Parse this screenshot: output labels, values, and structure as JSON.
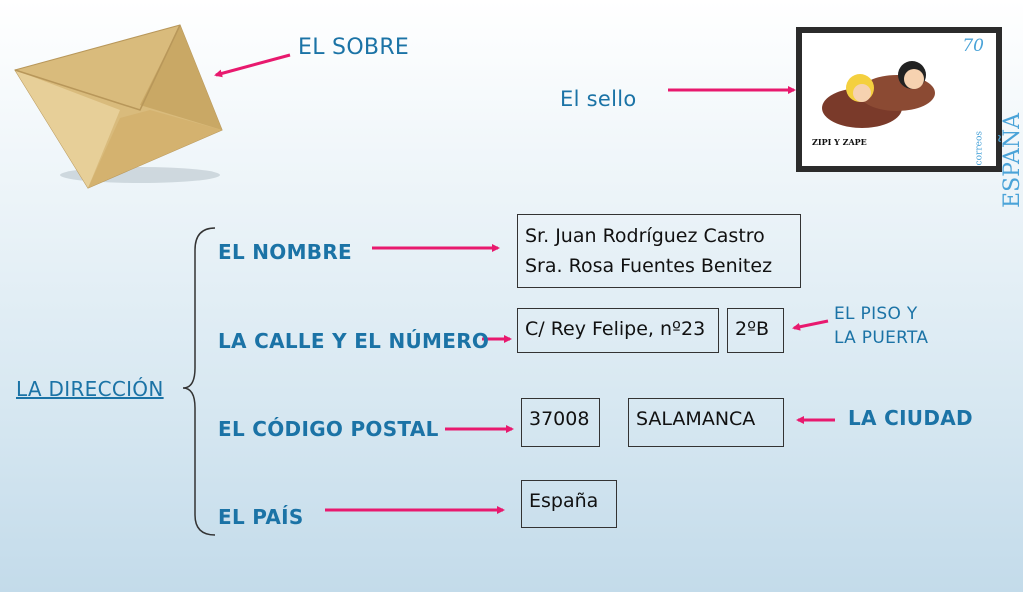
{
  "envelope": {
    "label": "EL SOBRE"
  },
  "stamp": {
    "label": "El sello",
    "value": "70",
    "brand_small": "correos",
    "country": "ESPAÑA",
    "caption": "ZIPI Y ZAPE"
  },
  "address": {
    "title": "LA DIRECCIÓN",
    "name": {
      "label": "EL NOMBRE",
      "lines": [
        "Sr. Juan Rodríguez Castro",
        "Sra. Rosa Fuentes Benitez"
      ]
    },
    "street": {
      "label": "LA CALLE Y EL NÚMERO",
      "value": "C/ Rey Felipe, nº23",
      "floor_value": "2ºB",
      "floor_label_1": "EL PISO Y",
      "floor_label_2": "LA PUERTA"
    },
    "postal": {
      "label": "EL CÓDIGO POSTAL",
      "value": "37008",
      "city_value": "SALAMANCA",
      "city_label": "LA CIUDAD"
    },
    "country": {
      "label": "EL PAÍS",
      "value": "España"
    }
  },
  "colors": {
    "text": "#1b73a6",
    "arrow": "#e8196e"
  }
}
